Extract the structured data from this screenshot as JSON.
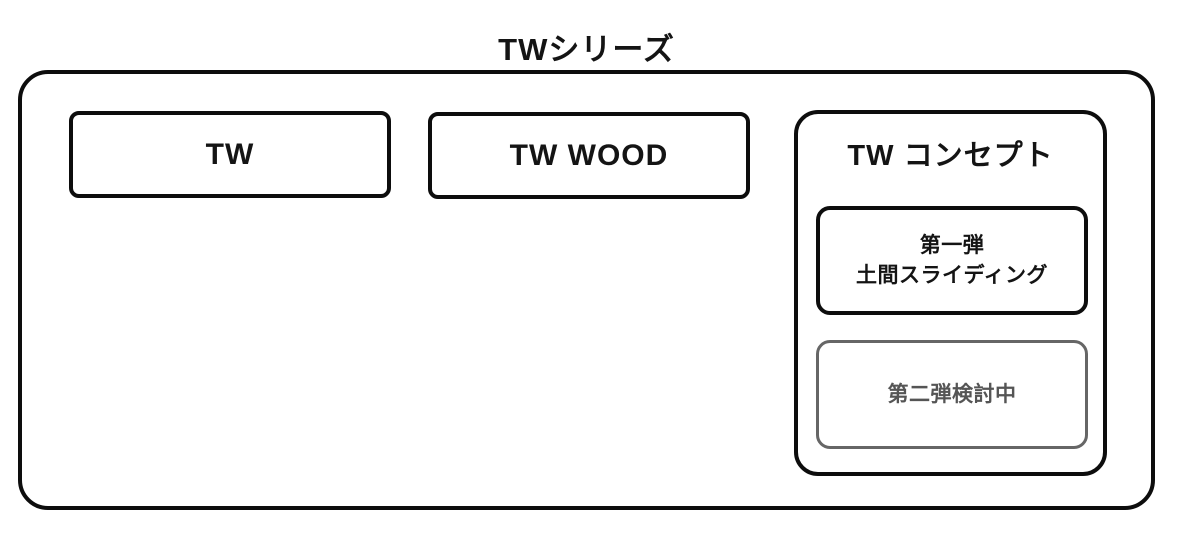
{
  "page": {
    "title": "TWシリーズ"
  },
  "container": {
    "boxes": [
      {
        "label": "TW"
      },
      {
        "label": "TW WOOD"
      }
    ],
    "concept": {
      "title": "TW コンセプト",
      "phase1": {
        "line1": "第一弾",
        "line2": "土間スライディング"
      },
      "phase2": {
        "label": "第二弾検討中"
      }
    }
  },
  "colors": {
    "outline_black": "#0d0d0d",
    "text_black": "#141414",
    "pending_outline_gray": "#666666",
    "pending_text_gray": "#555555",
    "background": "#ffffff"
  }
}
